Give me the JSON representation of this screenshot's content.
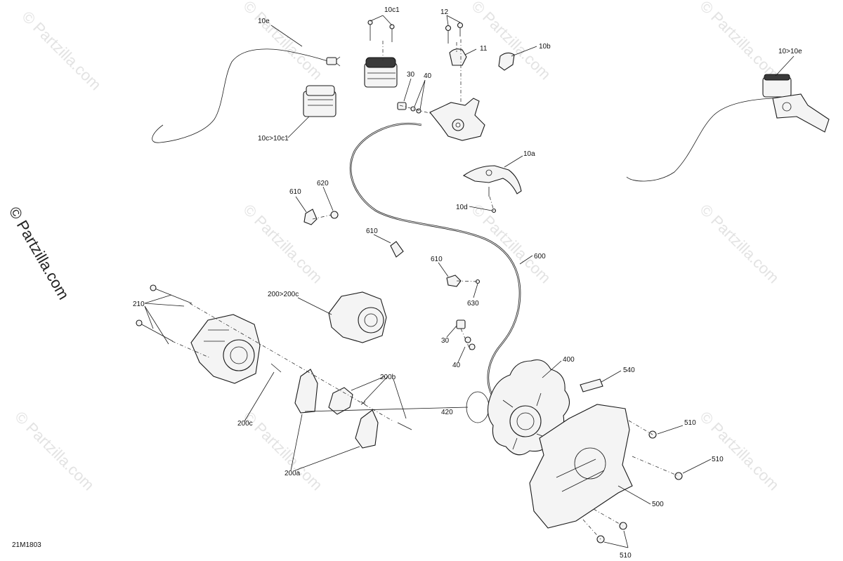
{
  "watermark": {
    "text": "© Partzilla.com",
    "side_text": "© Partzilla.com"
  },
  "diagram_code": "21M1803",
  "callouts": [
    {
      "id": "10e",
      "text": "10e"
    },
    {
      "id": "10c1",
      "text": "10c1"
    },
    {
      "id": "12",
      "text": "12"
    },
    {
      "id": "11",
      "text": "11"
    },
    {
      "id": "10b",
      "text": "10b"
    },
    {
      "id": "10_10e",
      "text": "10>10e"
    },
    {
      "id": "30_top",
      "text": "30"
    },
    {
      "id": "40_top",
      "text": "40"
    },
    {
      "id": "10c_10c1",
      "text": "10c>10c1"
    },
    {
      "id": "10a",
      "text": "10a"
    },
    {
      "id": "610_a",
      "text": "610"
    },
    {
      "id": "620",
      "text": "620"
    },
    {
      "id": "10d",
      "text": "10d"
    },
    {
      "id": "610_b",
      "text": "610"
    },
    {
      "id": "600",
      "text": "600"
    },
    {
      "id": "610_c",
      "text": "610"
    },
    {
      "id": "630",
      "text": "630"
    },
    {
      "id": "210",
      "text": "210"
    },
    {
      "id": "200_200c",
      "text": "200>200c"
    },
    {
      "id": "30_mid",
      "text": "30"
    },
    {
      "id": "40_mid",
      "text": "40"
    },
    {
      "id": "400",
      "text": "400"
    },
    {
      "id": "540",
      "text": "540"
    },
    {
      "id": "200b",
      "text": "200b"
    },
    {
      "id": "420",
      "text": "420"
    },
    {
      "id": "510_a",
      "text": "510"
    },
    {
      "id": "200c",
      "text": "200c"
    },
    {
      "id": "510_b",
      "text": "510"
    },
    {
      "id": "200a",
      "text": "200a"
    },
    {
      "id": "500",
      "text": "500"
    },
    {
      "id": "510_c",
      "text": "510"
    }
  ]
}
